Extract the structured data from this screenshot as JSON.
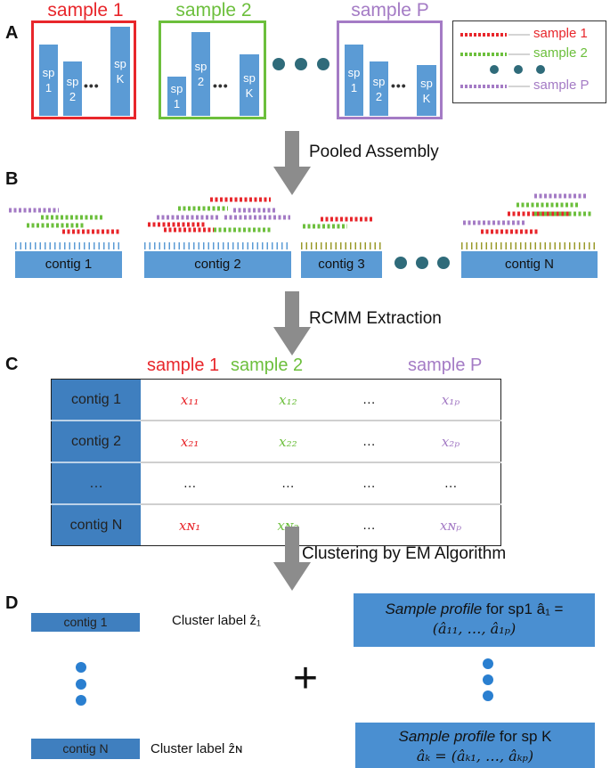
{
  "panels": {
    "a": "A",
    "b": "B",
    "c": "C",
    "d": "D"
  },
  "colors": {
    "sample1": "#e8262b",
    "sample2": "#6cbf3c",
    "sampleP": "#a47bc5",
    "bar": "#5b9bd5",
    "contig": "#5b9bd5",
    "dots": "#2f6b7a"
  },
  "panelA": {
    "samples": [
      {
        "title": "sample 1",
        "bar1": "sp\n1",
        "bar2": "sp\n2",
        "barK": "sp\nK"
      },
      {
        "title": "sample 2",
        "bar1": "sp\n1",
        "bar2": "sp\n2",
        "barK": "sp\nK"
      },
      {
        "title": "sample P",
        "bar1": "sp\n1",
        "bar2": "sp\n2",
        "barK": "sp\nK"
      }
    ],
    "ellipsis": "•••",
    "legend": [
      "sample 1",
      "sample 2",
      "sample P"
    ]
  },
  "arrows": [
    "Pooled Assembly",
    "RCMM Extraction",
    "Clustering by EM Algorithm"
  ],
  "panelB": {
    "contigs": [
      "contig 1",
      "contig 2",
      "contig 3",
      "contig N"
    ]
  },
  "panelC": {
    "headers": [
      "sample 1",
      "sample 2",
      "sample P"
    ],
    "rows": [
      {
        "label": "contig 1",
        "c1": "x₁₁",
        "c2": "x₁₂",
        "c3": "…",
        "c4": "x₁ₚ"
      },
      {
        "label": "contig 2",
        "c1": "x₂₁",
        "c2": "x₂₂",
        "c3": "…",
        "c4": "x₂ₚ"
      },
      {
        "label": "…",
        "c1": "…",
        "c2": "…",
        "c3": "…",
        "c4": "…"
      },
      {
        "label": "contig N",
        "c1": "xɴ₁",
        "c2": "xɴ₂",
        "c3": "…",
        "c4": "xɴₚ"
      }
    ]
  },
  "panelD": {
    "contig_first": "contig 1",
    "contig_last": "contig N",
    "cluster_first": "Cluster label ẑ₁",
    "cluster_last": "Cluster label ẑɴ",
    "plus": "+",
    "profile1_italic": "Sample profile",
    "profile1_rest": " for sp1 â₁ =",
    "profile1_line2": "(â₁₁, …, â₁ₚ)",
    "profileK_italic": "Sample profile",
    "profileK_rest": " for sp K",
    "profileK_line2": "âₖ = (âₖ₁, …, âₖₚ)"
  }
}
